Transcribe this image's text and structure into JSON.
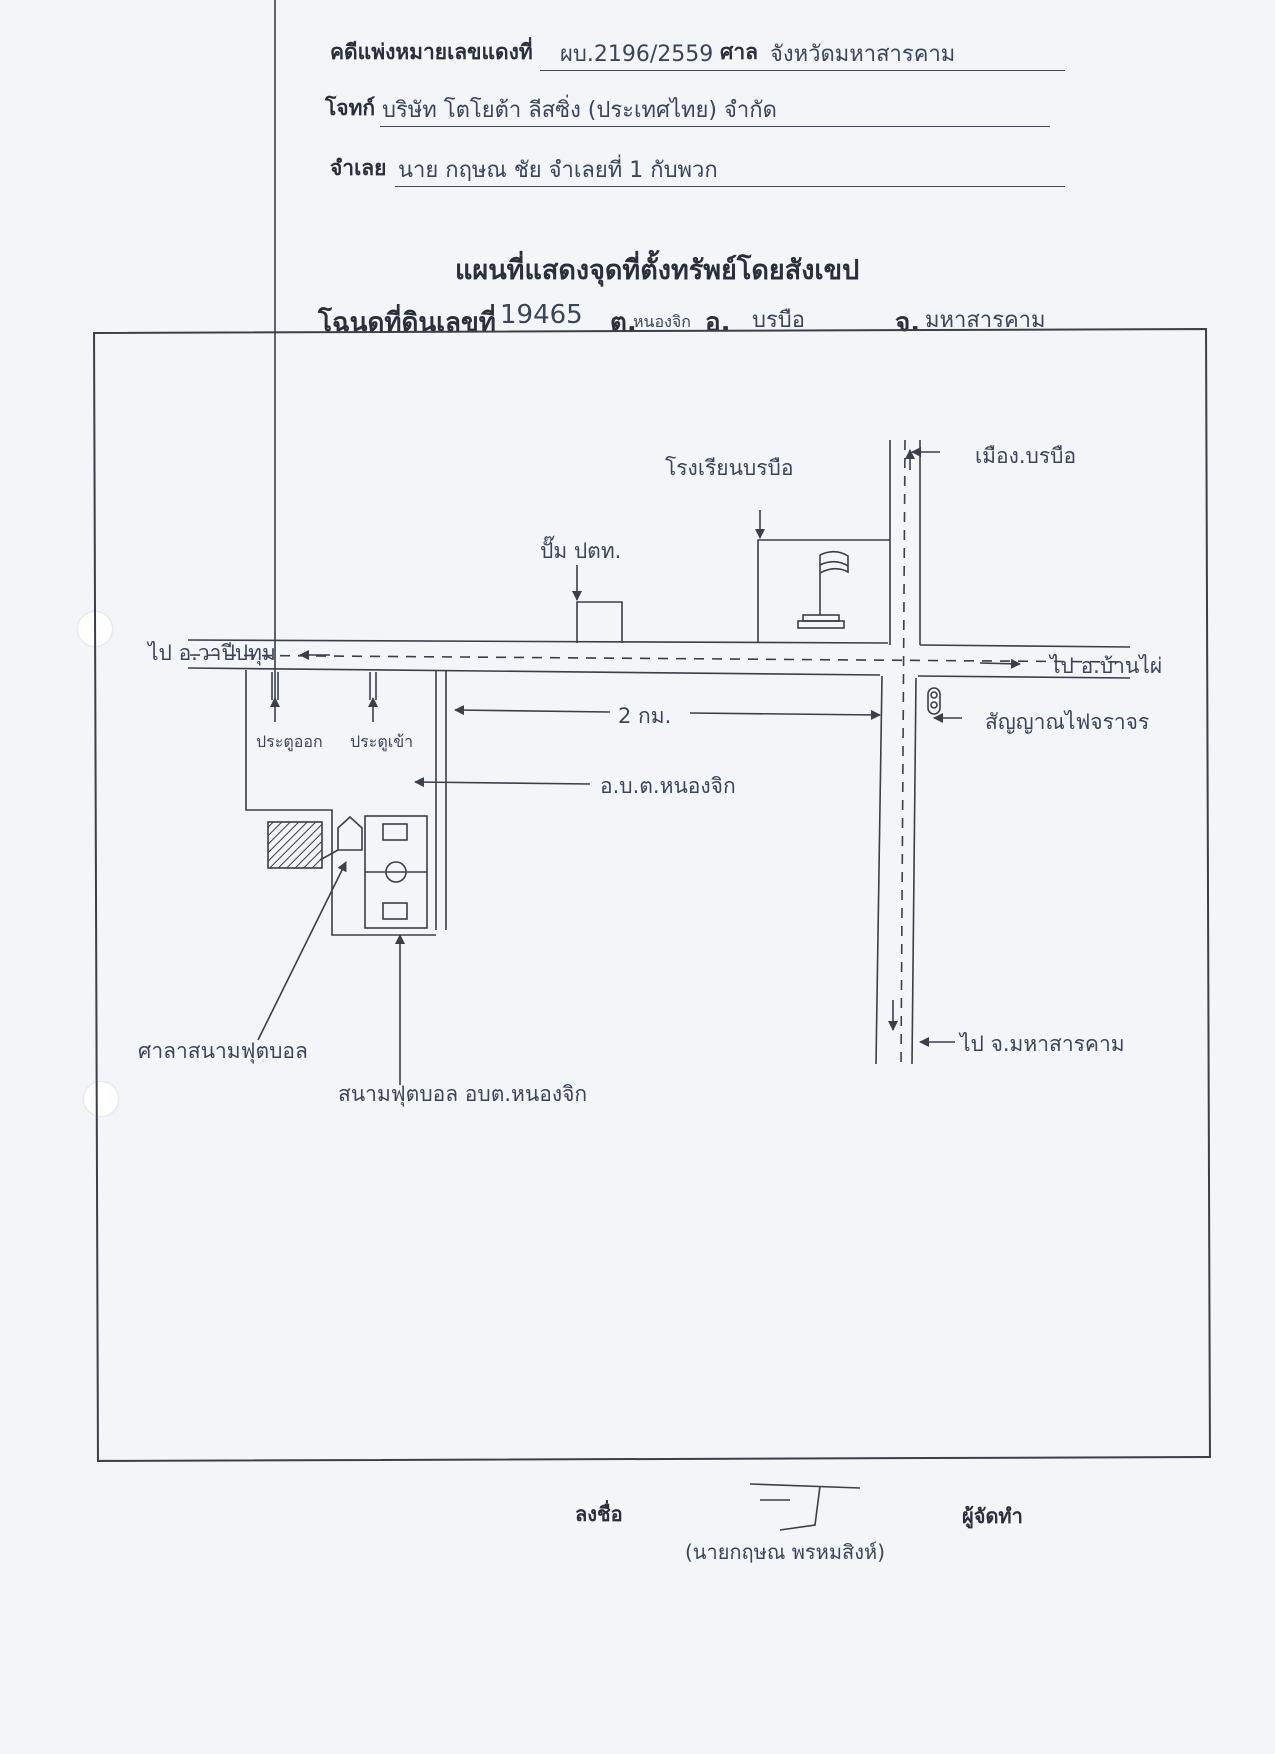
{
  "header": {
    "case_label": "คดีแพ่งหมายเลขแดงที่",
    "case_no": "ผบ.2196/2559",
    "court_label": "ศาล",
    "court_name": "จังหวัดมหาสารคาม",
    "plaintiff_label": "โจทก์",
    "plaintiff_name": "บริษัท โตโยต้า ลีสซิ่ง (ประเทศไทย) จำกัด",
    "defendant_label": "จำเลย",
    "defendant_name": "นาย กฤษณ ชัย  จำเลยที่ 1  กับพวก"
  },
  "title": "แผนที่แสดงจุดที่ตั้งทรัพย์โดยสังเขป",
  "deed": {
    "label": "โฉนดที่ดินเลขที่",
    "number": "19465",
    "tambon_label": "ต.",
    "tambon": "หนองจิก",
    "amphoe_label": "อ.",
    "amphoe": "บรบือ",
    "province_label": "จ.",
    "province": "มหาสารคาม"
  },
  "map": {
    "school": "โรงเรียนบรบือ",
    "to_borabue_district": "เมือง.บรบือ",
    "gas_station": "ปั๊ม ปตท.",
    "to_west": "ไป อ.วาปีปทุม",
    "to_east": "ไป อ.บ้านไผ่",
    "traffic_light": "สัญญาณไฟจราจร",
    "gate_exit": "ประตูออก",
    "gate_entry": "ประตูเข้า",
    "distance": "2 กม.",
    "tambon_office": "อ.บ.ต.หนองจิก",
    "to_south": "ไป จ.มหาสารคาม",
    "pavilion": "ศาลาสนามฟุตบอล",
    "football_field": "สนามฟุตบอล อบต.หนองจิก"
  },
  "signature": {
    "sign_label": "ลงชื่อ",
    "role": "ผู้จัดทำ",
    "name": "(นายกฤษณ พรหมสิงห์)"
  }
}
